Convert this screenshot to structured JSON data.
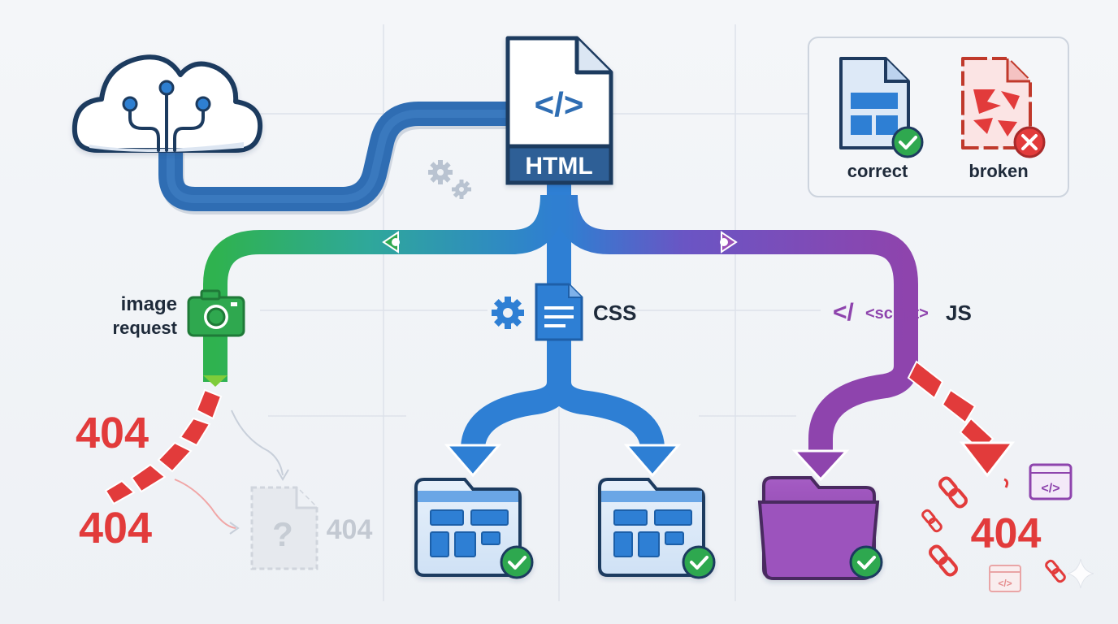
{
  "nodes": {
    "html_file": {
      "label": "HTML",
      "glyph": "</>"
    },
    "image": {
      "line1": "image",
      "line2": "request"
    },
    "css": {
      "label": "CSS"
    },
    "js": {
      "prefix": "</",
      "tag": "<script>",
      "label": "JS"
    }
  },
  "errors": {
    "top": "404",
    "bottom": "404",
    "faded": "404",
    "js_cluster": "404"
  },
  "legend": {
    "correct_label": "correct",
    "broken_label": "broken"
  },
  "colors": {
    "blue": "#2f6db3",
    "bright_blue": "#2e7fd4",
    "green": "#2fa84f",
    "purple": "#8e44ad",
    "red": "#e23b3b",
    "navy": "#1e3a5f",
    "check_green": "#2fa84f"
  }
}
